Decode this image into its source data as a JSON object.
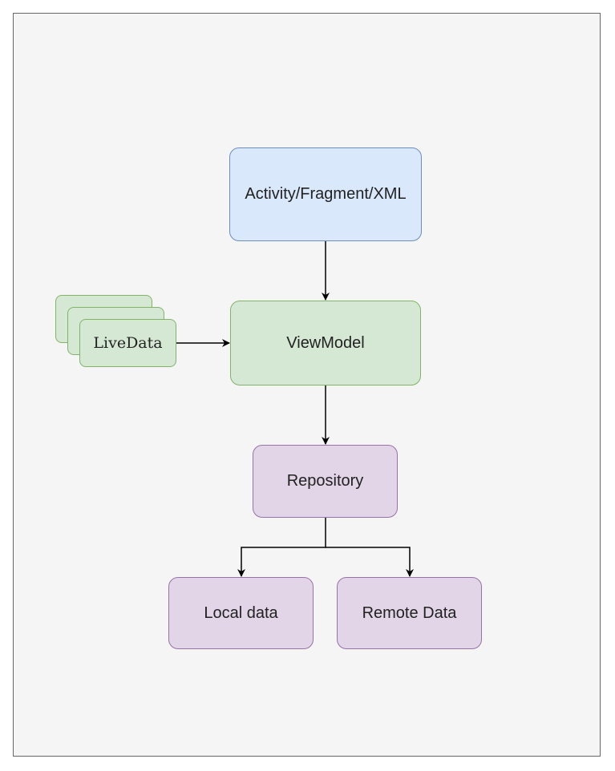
{
  "nodes": {
    "activity": {
      "label": "Activity/Fragment/XML",
      "fill": "#dae8fc",
      "stroke": "#6c8ebf"
    },
    "viewmodel": {
      "label": "ViewModel",
      "fill": "#d5e8d4",
      "stroke": "#82b366"
    },
    "livedata": {
      "label": "LiveData",
      "fill": "#d5e8d4",
      "stroke": "#82b366"
    },
    "repository": {
      "label": "Repository",
      "fill": "#e1d5e7",
      "stroke": "#9673a6"
    },
    "local": {
      "label": "Local data",
      "fill": "#e1d5e7",
      "stroke": "#9673a6"
    },
    "remote": {
      "label": "Remote Data",
      "fill": "#e1d5e7",
      "stroke": "#9673a6"
    }
  },
  "edges": [
    {
      "from": "activity",
      "to": "viewmodel"
    },
    {
      "from": "livedata",
      "to": "viewmodel"
    },
    {
      "from": "viewmodel",
      "to": "repository"
    },
    {
      "from": "repository",
      "to": "local"
    },
    {
      "from": "repository",
      "to": "remote"
    }
  ]
}
